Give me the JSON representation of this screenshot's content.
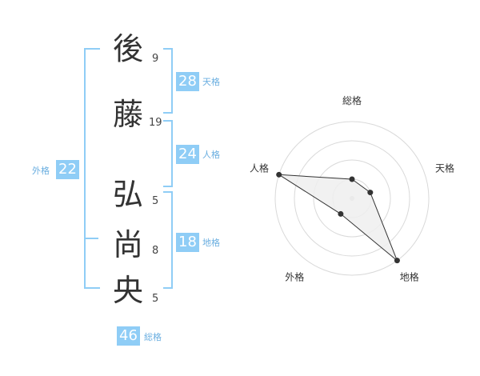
{
  "name": {
    "chars": [
      {
        "char": "後",
        "strokes": "9"
      },
      {
        "char": "藤",
        "strokes": "19"
      },
      {
        "char": "弘",
        "strokes": "5"
      },
      {
        "char": "尚",
        "strokes": "8"
      },
      {
        "char": "央",
        "strokes": "5"
      }
    ]
  },
  "kaku": {
    "tenkaku": {
      "value": "28",
      "label": "天格"
    },
    "jinkaku": {
      "value": "24",
      "label": "人格"
    },
    "chikaku": {
      "value": "18",
      "label": "地格"
    },
    "gaikaku": {
      "value": "22",
      "label": "外格"
    },
    "soukaku": {
      "value": "46",
      "label": "総格"
    }
  },
  "colors": {
    "accent": "#8fcdf6",
    "label": "#6aaee0",
    "text": "#333333"
  },
  "chart_data": {
    "type": "radar",
    "axes": [
      "総格",
      "天格",
      "地格",
      "外格",
      "人格"
    ],
    "rings": 4,
    "values": [
      1,
      1,
      4,
      1,
      4
    ],
    "max": 4,
    "grid": true
  }
}
